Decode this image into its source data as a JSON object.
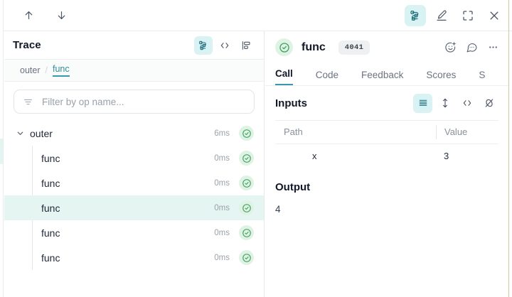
{
  "topbar": {
    "nav_prev_icon": "arrow-up-icon",
    "nav_next_icon": "arrow-down-icon",
    "actions": [
      {
        "icon": "stacked-layers-icon",
        "label": "Trace tree view",
        "active": true
      },
      {
        "icon": "pen-highlight-icon",
        "label": "Annotate",
        "active": false
      },
      {
        "icon": "expand-fullscreen-icon",
        "label": "Full screen",
        "active": false
      },
      {
        "icon": "close-x-icon",
        "label": "Close",
        "active": false
      }
    ]
  },
  "trace_panel": {
    "title": "Trace",
    "view_icons": [
      {
        "icon": "stacked-layers-icon",
        "label": "Tree",
        "active": true
      },
      {
        "icon": "code-brackets-icon",
        "label": "Code",
        "active": false
      },
      {
        "icon": "flame-graph-icon",
        "label": "Flame graph",
        "active": false
      }
    ],
    "breadcrumb": {
      "items": [
        {
          "label": "outer",
          "current": false
        },
        {
          "label": "func",
          "current": true
        }
      ],
      "separator": "/"
    },
    "filter": {
      "icon": "filter-icon",
      "placeholder": "Filter by op name...",
      "value": ""
    },
    "rows": [
      {
        "name": "outer",
        "duration": "6ms",
        "depth": 0,
        "expanded": true,
        "selected": false,
        "status_icon": "check-circle-icon"
      },
      {
        "name": "func",
        "duration": "0ms",
        "depth": 1,
        "expanded": false,
        "selected": false,
        "status_icon": "check-circle-icon"
      },
      {
        "name": "func",
        "duration": "0ms",
        "depth": 1,
        "expanded": false,
        "selected": false,
        "status_icon": "check-circle-icon"
      },
      {
        "name": "func",
        "duration": "0ms",
        "depth": 1,
        "expanded": false,
        "selected": true,
        "status_icon": "check-circle-icon"
      },
      {
        "name": "func",
        "duration": "0ms",
        "depth": 1,
        "expanded": false,
        "selected": false,
        "status_icon": "check-circle-icon"
      },
      {
        "name": "func",
        "duration": "0ms",
        "depth": 1,
        "expanded": false,
        "selected": false,
        "status_icon": "check-circle-icon"
      }
    ]
  },
  "detail_panel": {
    "status_icon": "check-circle-icon",
    "call_name": "func",
    "call_badge": "4041",
    "header_icons": [
      {
        "icon": "emoji-add-icon",
        "label": "Add reaction"
      },
      {
        "icon": "comment-icon",
        "label": "Add comment"
      },
      {
        "icon": "more-horizontal-icon",
        "label": "More actions"
      }
    ],
    "tabs": [
      {
        "label": "Call",
        "active": true
      },
      {
        "label": "Code",
        "active": false
      },
      {
        "label": "Feedback",
        "active": false
      },
      {
        "label": "Scores",
        "active": false
      },
      {
        "label": "S",
        "active": false
      }
    ],
    "inputs": {
      "title": "Inputs",
      "view_icons": [
        {
          "icon": "list-view-icon",
          "label": "List view",
          "active": true
        },
        {
          "icon": "expand-vertical-icon",
          "label": "Expand rows",
          "active": false
        },
        {
          "icon": "code-brackets-icon",
          "label": "Raw JSON",
          "active": false
        },
        {
          "icon": "eye-off-icon",
          "label": "Hide empty",
          "active": false
        }
      ],
      "columns": [
        "Path",
        "Value"
      ],
      "rows": [
        {
          "path": "x",
          "value": "3"
        }
      ]
    },
    "output": {
      "title": "Output",
      "value": "4"
    }
  },
  "colors": {
    "accent": "#3a99a8",
    "accent_soft": "#d9f2f4",
    "selected_row": "#e4f5f2",
    "status_green": "#3f9e5e",
    "status_green_bg": "#dff3e4",
    "muted_text": "#9aa1a9",
    "border": "#e9ebee"
  }
}
